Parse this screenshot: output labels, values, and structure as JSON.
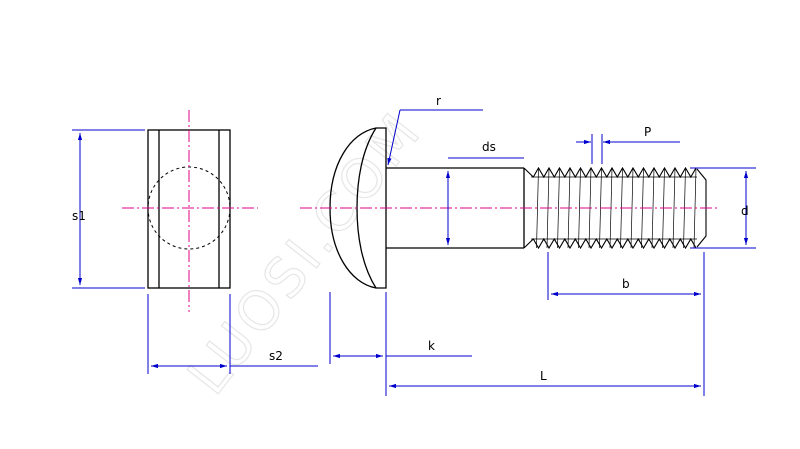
{
  "watermark": "LUOSI.COM",
  "dimensions": {
    "s1": "s1",
    "s2": "s2",
    "r": "r",
    "ds": "ds",
    "p": "P",
    "d": "d",
    "b": "b",
    "k": "k",
    "L": "L"
  },
  "colors": {
    "outline": "#000000",
    "dimension": "#0000cc",
    "centerline": "#e0008a",
    "hidden": "#000000",
    "watermark": "#e6e6e6"
  }
}
